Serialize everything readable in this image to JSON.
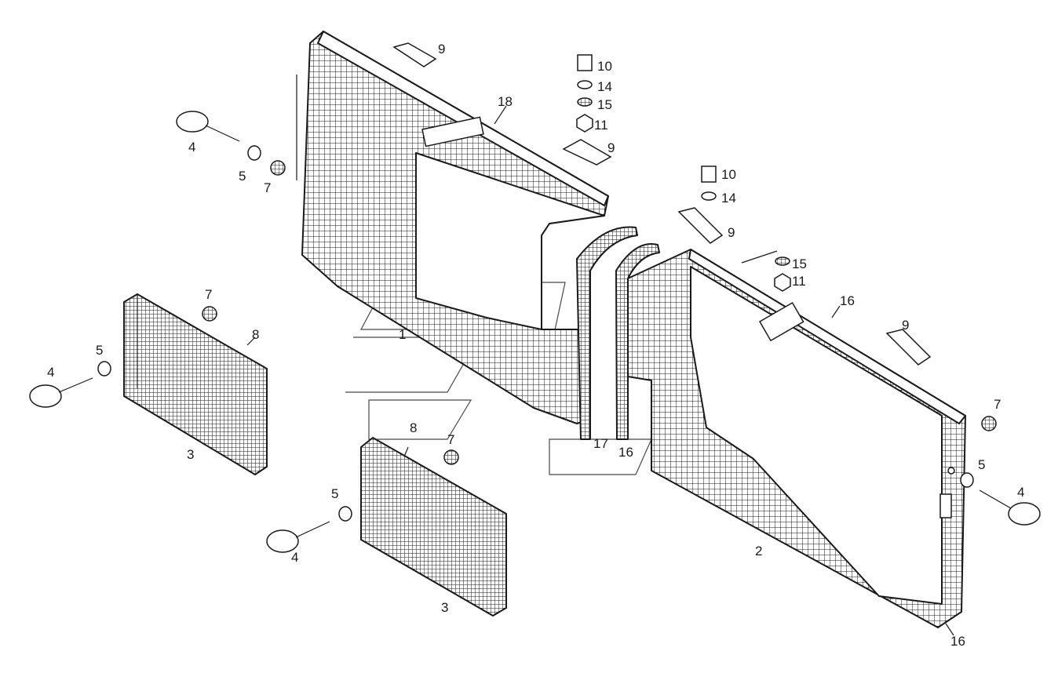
{
  "diagram": {
    "callouts": {
      "c1": "1",
      "c2": "2",
      "c3a": "3",
      "c3b": "3",
      "c4a": "4",
      "c4b": "4",
      "c4c": "4",
      "c4d": "4",
      "c5a": "5",
      "c5b": "5",
      "c5c": "5",
      "c5d": "5",
      "c7a": "7",
      "c7b": "7",
      "c7c": "7",
      "c7d": "7",
      "c8a": "8",
      "c8b": "8",
      "c9a": "9",
      "c9b": "9",
      "c9c": "9",
      "c9d": "9",
      "c10a": "10",
      "c10b": "10",
      "c11a": "11",
      "c11b": "11",
      "c14a": "14",
      "c14b": "14",
      "c15a": "15",
      "c15b": "15",
      "c16a": "16",
      "c16b": "16",
      "c16c": "16",
      "c17": "17",
      "c18": "18"
    },
    "colors": {
      "ink": "#1a1a1a",
      "paper": "#ffffff"
    }
  }
}
